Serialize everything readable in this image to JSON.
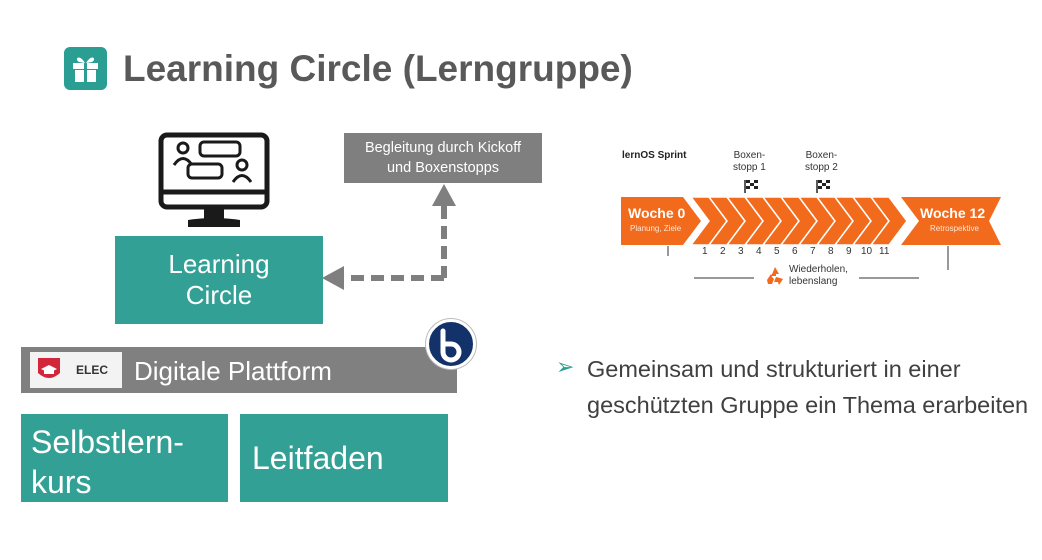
{
  "header": {
    "title": "Learning Circle (Lerngruppe)",
    "icon": "gift-box-icon",
    "icon_color": "#2b9e94"
  },
  "diagram": {
    "learning_circle": {
      "line1": "Learning",
      "line2": "Circle",
      "icon": "monitor-chat-icon"
    },
    "support_note": {
      "line1": "Begleitung durch Kickoff",
      "line2": "und Boxenstopps"
    },
    "platform": {
      "logo_text": "ELEC",
      "label": "Digitale Plattform",
      "badge_icon": "bigbluebutton-icon"
    },
    "self_course": {
      "line1": "Selbstlern-",
      "line2": "kurs"
    },
    "guide": {
      "label": "Leitfaden"
    },
    "colors": {
      "teal": "#33a095",
      "gray": "#808080",
      "orange": "#f26a1b",
      "navy": "#13326a"
    }
  },
  "sprint": {
    "title": "lernOS Sprint",
    "pitstop1": {
      "line1": "Boxen-",
      "line2": "stopp 1"
    },
    "pitstop2": {
      "line1": "Boxen-",
      "line2": "stopp 2"
    },
    "start": {
      "label": "Woche 0",
      "sub": "Planung, Ziele"
    },
    "end": {
      "label": "Woche 12",
      "sub": "Retrospektive"
    },
    "weeks": [
      "1",
      "2",
      "3",
      "4",
      "5",
      "6",
      "7",
      "8",
      "9",
      "10",
      "11"
    ],
    "repeat": {
      "line1": "Wiederholen,",
      "line2": "lebenslang"
    }
  },
  "bullet": {
    "marker": "➢",
    "text": "Gemeinsam und strukturiert in einer geschützten Gruppe ein Thema erarbeiten"
  }
}
